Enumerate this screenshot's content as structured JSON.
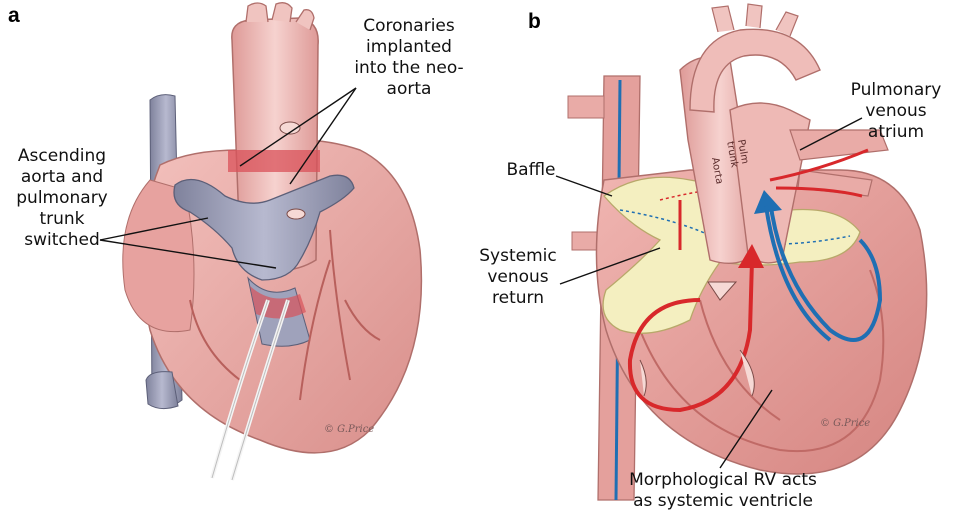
{
  "panels": {
    "a": {
      "letter": "a",
      "labels": {
        "coronaries": "Coronaries\nimplanted\ninto the neo-\naorta",
        "switched": "Ascending\naorta and\npulmonary\ntrunk\nswitched"
      },
      "signature": "© G.Price"
    },
    "b": {
      "letter": "b",
      "labels": {
        "pulmonary_atrium": "Pulmonary\nvenous\natrium",
        "baffle": "Baffle",
        "systemic_return": "Systemic\nvenous\nreturn",
        "morph_rv": "Morphological RV acts\nas systemic ventricle",
        "aorta": "Aorta",
        "pulm_trunk": "Pulm\ntrunk"
      },
      "signature": "© G.Price"
    }
  },
  "colors": {
    "heart": "#e9a6a3",
    "heart_dark": "#c97f7c",
    "vessel_grey": "#9da0b9",
    "baffle": "#f4efc0",
    "oxygen_red": "#d8282b",
    "venous_blue": "#1f6fb3"
  }
}
